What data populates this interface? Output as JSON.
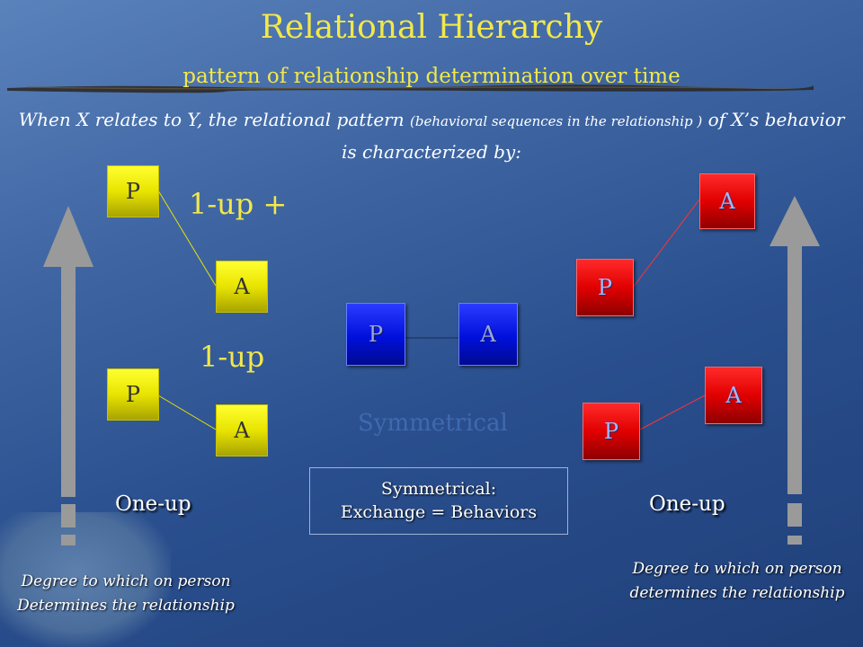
{
  "title": "Relational Hierarchy",
  "subtitle": "pattern of relationship determination over time",
  "description": {
    "part1": "When X relates to Y, the relational pattern ",
    "part2": "(behavioral sequences in the relationship )",
    "part3": " of X’s behavior is characterized by:"
  },
  "left": {
    "upper_level": "1-up +",
    "lower_level": "1-up",
    "upper_pair": {
      "top": "P",
      "bottom": "A"
    },
    "lower_pair": {
      "top": "P",
      "bottom": "A"
    },
    "label": "One-up",
    "degree_line1": "Degree to which on person",
    "degree_line2": "Determines the relationship"
  },
  "center": {
    "pair": {
      "left": "P",
      "right": "A"
    },
    "ghost_label": "Symmetrical",
    "box_line1": "Symmetrical:",
    "box_line2": "Exchange = Behaviors"
  },
  "right": {
    "upper_pair": {
      "top": "A",
      "bottom": "P"
    },
    "lower_pair": {
      "top": "A",
      "bottom": "P"
    },
    "label": "One-up",
    "degree_line1": "Degree to which on person",
    "degree_line2": "determines the relationship"
  },
  "colors": {
    "yellow": "#f2e84a",
    "box_yellow": "#e8e400",
    "box_red": "#e10000",
    "box_blue": "#0010dc",
    "arrow": "#9a9a9a"
  }
}
